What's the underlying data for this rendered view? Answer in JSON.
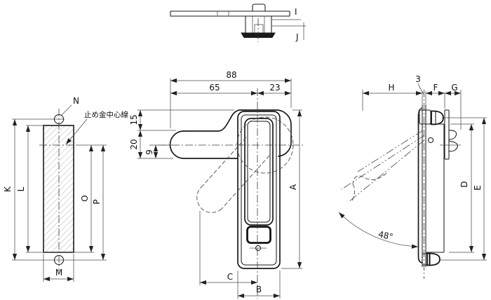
{
  "colors": {
    "background": "#ffffff",
    "line": "#1a1a1a"
  },
  "top_view": {
    "dim_i": "I",
    "dim_j": "J"
  },
  "left_view": {
    "label_n": "N",
    "dim_k": "K",
    "dim_l": "L",
    "dim_o": "O",
    "dim_p": "P",
    "dim_m": "M",
    "note": "止め金中心線"
  },
  "front_view": {
    "dim_total_width": "88",
    "dim_left_width": "65",
    "dim_right_width": "23",
    "dim_step": "15",
    "dim_arm_height": "20",
    "dim_center_offset": "9",
    "dim_height": "A",
    "dim_body_width": "B",
    "dim_open_reach": "C"
  },
  "side_view": {
    "dim_h": "H",
    "dim_panel_thickness": "3",
    "dim_f": "F",
    "dim_g": "G",
    "dim_d": "D",
    "dim_e": "E",
    "dim_open_angle": "48°"
  }
}
